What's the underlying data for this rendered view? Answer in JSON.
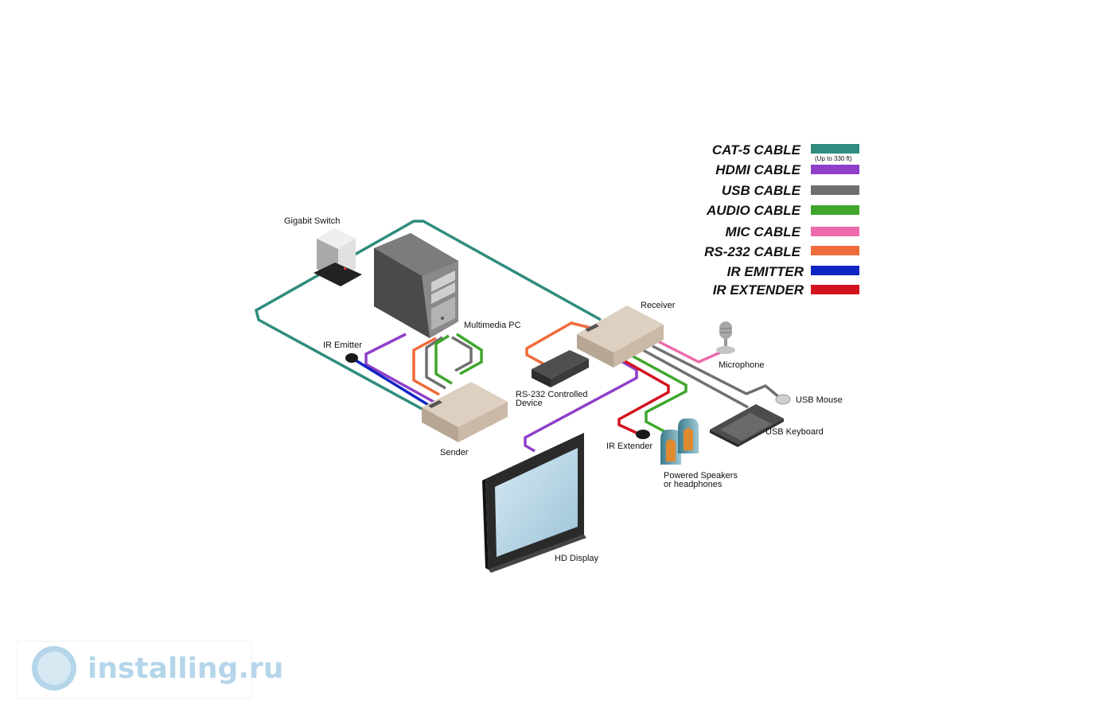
{
  "colors": {
    "cat5": "#2f8c7e",
    "hdmi": "#8f3fc9",
    "usb": "#707070",
    "audio": "#3fa62c",
    "mic": "#ec6aab",
    "rs232": "#ef6b3a",
    "ir_emitter": "#1024c4",
    "ir_extender": "#d4121f",
    "device_beige": "#c9b9a6",
    "watermark": "#b5d6ea"
  },
  "legend": {
    "cat5": "CAT-5 CABLE",
    "cat5_note": "(Up to 330 ft)",
    "hdmi": "HDMI CABLE",
    "usb": "USB CABLE",
    "audio": "AUDIO CABLE",
    "mic": "MIC CABLE",
    "rs232": "RS-232 CABLE",
    "ir_emitter": "IR EMITTER",
    "ir_extender": "IR EXTENDER"
  },
  "labels": {
    "gigabit_switch": "Gigabit Switch",
    "multimedia_pc": "Multimedia PC",
    "ir_emitter": "IR Emitter",
    "sender": "Sender",
    "receiver": "Receiver",
    "rs232_line1": "RS-232 Controlled",
    "rs232_line2": "Device",
    "microphone": "Microphone",
    "usb_mouse": "USB Mouse",
    "usb_keyboard": "USB Keyboard",
    "ir_extender": "IR Extender",
    "speakers_line1": "Powered Speakers",
    "speakers_line2": "or headphones",
    "hd_display": "HD Display"
  },
  "watermark": {
    "text": "installing.ru"
  }
}
